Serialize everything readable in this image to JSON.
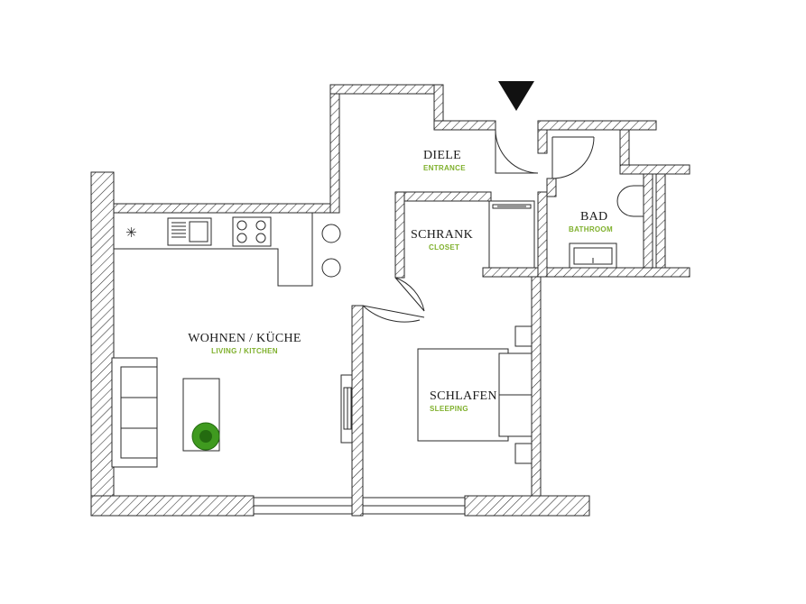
{
  "colors": {
    "accent": "#7fb02c",
    "line": "#2a2a2a",
    "plant": "#3f9a1f",
    "plant_dark": "#246b10",
    "background": "#ffffff"
  },
  "rooms": {
    "living": {
      "name": "WOHNEN / KÜCHE",
      "sub": "LIVING / KITCHEN"
    },
    "entrance": {
      "name": "DIELE",
      "sub": "ENTRANCE"
    },
    "closet": {
      "name": "SCHRANK",
      "sub": "CLOSET"
    },
    "bathroom": {
      "name": "BAD",
      "sub": "BATHROOM"
    },
    "bedroom": {
      "name": "SCHLAFEN",
      "sub": "SLEEPING"
    }
  },
  "icons": {
    "entrance_marker": "triangle-down-icon",
    "stove": "asterisk-icon",
    "plant": "plant-icon"
  }
}
